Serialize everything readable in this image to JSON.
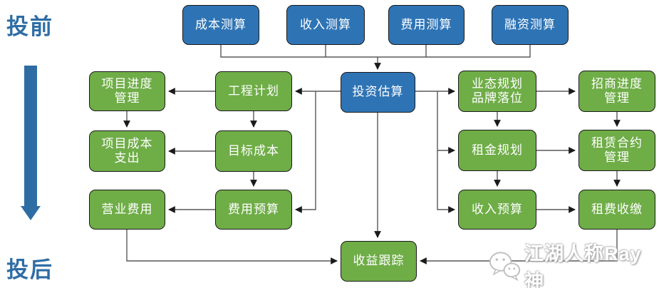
{
  "diagram": {
    "phase_labels": {
      "pre": "投前",
      "post": "投后"
    },
    "nodes": [
      {
        "id": "cost-calculation",
        "label": "成本测算",
        "type": "blue"
      },
      {
        "id": "revenue-calculation",
        "label": "收入测算",
        "type": "blue"
      },
      {
        "id": "expense-calculation",
        "label": "费用测算",
        "type": "blue"
      },
      {
        "id": "financing-calculation",
        "label": "融资测算",
        "type": "blue"
      },
      {
        "id": "investment-estimate",
        "label": "投资估算",
        "type": "blue"
      },
      {
        "id": "project-schedule-management",
        "label": "项目进度\n管理",
        "type": "green"
      },
      {
        "id": "engineering-plan",
        "label": "工程计划",
        "type": "green"
      },
      {
        "id": "format-planning-brand-placement",
        "label": "业态规划\n品牌落位",
        "type": "green"
      },
      {
        "id": "leasing-progress-management",
        "label": "招商进度\n管理",
        "type": "green"
      },
      {
        "id": "project-cost-expenditure",
        "label": "项目成本\n支出",
        "type": "green"
      },
      {
        "id": "target-cost",
        "label": "目标成本",
        "type": "green"
      },
      {
        "id": "rent-planning",
        "label": "租金规划",
        "type": "green"
      },
      {
        "id": "lease-contract-management",
        "label": "租赁合约\n管理",
        "type": "green"
      },
      {
        "id": "operating-expense",
        "label": "营业费用",
        "type": "green"
      },
      {
        "id": "expense-budget",
        "label": "费用预算",
        "type": "green"
      },
      {
        "id": "revenue-budget",
        "label": "收入预算",
        "type": "green"
      },
      {
        "id": "rent-collection",
        "label": "租费收缴",
        "type": "green"
      },
      {
        "id": "income-tracking",
        "label": "收益跟踪",
        "type": "green"
      }
    ],
    "colors": {
      "blue_fill": "#2E74B5",
      "green_fill": "#6FAD47",
      "node_border": "#1a1a1a",
      "node_text": "#ffffff",
      "phase_text": "#2E6DA4",
      "big_arrow": "#2E6DA4",
      "connector_line": "#595959"
    },
    "watermark": {
      "text": "江湖人称Ray神",
      "icon": "wechat-icon"
    }
  }
}
